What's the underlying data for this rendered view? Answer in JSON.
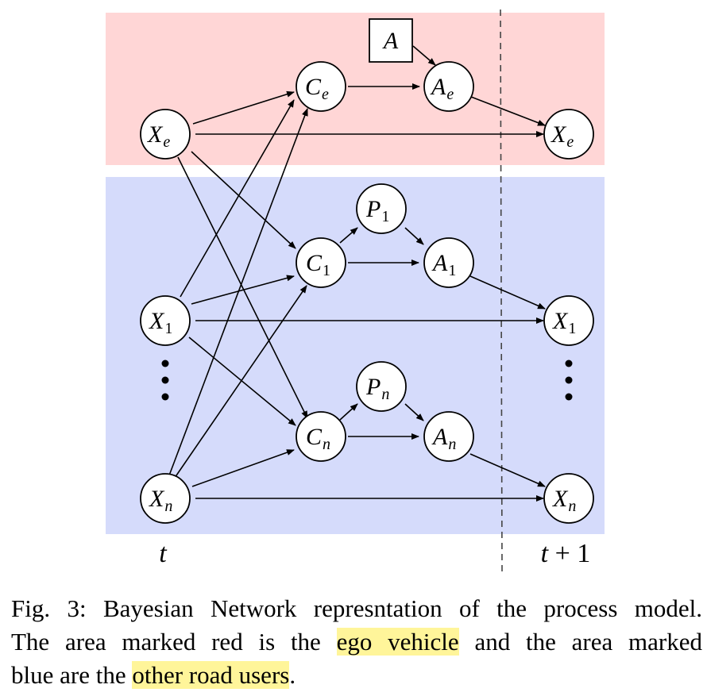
{
  "colors": {
    "ego_region": "#ffd6d6",
    "others_region": "#d5dbfb",
    "highlight": "#fff59a",
    "stroke": "#000000"
  },
  "nodes": {
    "box_a": {
      "base": "A",
      "sub": ""
    },
    "ce": {
      "base": "C",
      "sub": "e"
    },
    "ae": {
      "base": "A",
      "sub": "e"
    },
    "xe_t": {
      "base": "X",
      "sub": "e"
    },
    "xe_t1": {
      "base": "X",
      "sub": "e"
    },
    "p1": {
      "base": "P",
      "sub": "1"
    },
    "c1": {
      "base": "C",
      "sub": "1"
    },
    "a1": {
      "base": "A",
      "sub": "1"
    },
    "x1_t": {
      "base": "X",
      "sub": "1"
    },
    "x1_t1": {
      "base": "X",
      "sub": "1"
    },
    "pn": {
      "base": "P",
      "sub": "n"
    },
    "cn": {
      "base": "C",
      "sub": "n"
    },
    "an": {
      "base": "A",
      "sub": "n"
    },
    "xn_t": {
      "base": "X",
      "sub": "n"
    },
    "xn_t1": {
      "base": "X",
      "sub": "n"
    }
  },
  "time_labels": {
    "t": "t",
    "t1_var": "t",
    "t1_rest": " + 1"
  },
  "caption": {
    "line1": "Fig. 3: Bayesian Network represntation of the process model.",
    "line2_pre": "The area marked red is the ",
    "line2_hl": "ego vehicle",
    "line2_post": " and the area marked",
    "line3_pre": "blue are the ",
    "line3_hl": "other road users",
    "line3_post": "."
  }
}
